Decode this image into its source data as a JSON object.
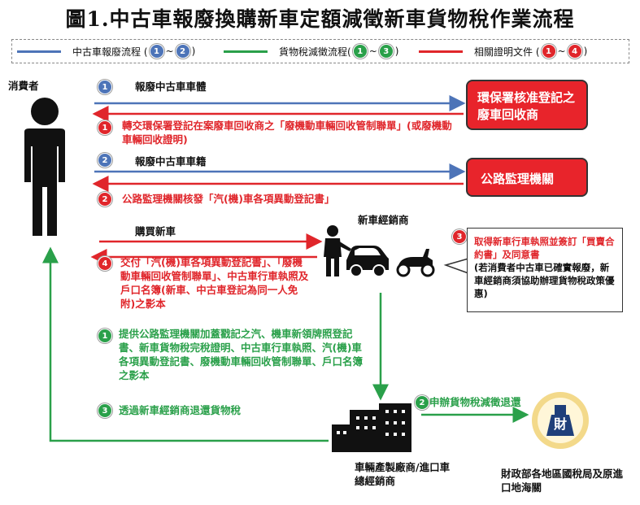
{
  "title": "圖1.中古車報廢換購新車定額減徵新車貨物稅作業流程",
  "legend": {
    "items": [
      {
        "label_before": "中古車報廢流程 (",
        "num_a": "1",
        "sep": "~",
        "num_b": "2",
        "label_after": ")",
        "color": "#4d74b8"
      },
      {
        "label_before": "貨物稅減徵流程(",
        "num_a": "1",
        "sep": "~",
        "num_b": "3",
        "label_after": ")",
        "color": "#2aa04a"
      },
      {
        "label_before": "相關證明文件 (",
        "num_a": "1",
        "sep": "~",
        "num_b": "4",
        "label_after": ")",
        "color": "#e0262b"
      }
    ]
  },
  "actors": {
    "consumer": "消費者",
    "epa_box": "環保署核准登記之廢車回收商",
    "dmv_box": "公路監理機關",
    "dealer": "新車經銷商",
    "manufacturer": "車輛產製廠商/進口車總經銷商",
    "tax_office": "財政部各地區國稅局及原進口地海關"
  },
  "steps": {
    "b1": {
      "num": "1",
      "text": "報廢中古車車體"
    },
    "r1": {
      "num": "1",
      "text": "轉交環保署登記在案廢車回收商之「廢機動車輛回收管制聯單」(或廢機動車輛回收證明)"
    },
    "b2": {
      "num": "2",
      "text": "報廢中古車車籍"
    },
    "r2": {
      "num": "2",
      "text": "公路監理機關核發「汽(機)車各項異動登記書」"
    },
    "buy": {
      "text": "購買新車"
    },
    "r4": {
      "num": "4",
      "text": "交付「汽(機)車各項異動登記書」、「廢機動車輛回收管制聯單」、中古車行車執照及戶口名簿(新車、中古車登記為同一人免附)之影本"
    },
    "r3": {
      "num": "3",
      "text": "取得新車行車執照並簽訂「買賣合約書」及同意書",
      "note": "(若消費者中古車已確實報廢，新車經銷商須協助辦理貨物稅政策優惠)"
    },
    "g1": {
      "num": "1",
      "text": "提供公路監理機關加蓋戳記之汽、機車新領牌照登記書、新車貨物稅完稅證明、中古車行車執照、汽(機)車各項異動登記書、廢機動車輛回收管制聯單、戶口名簿之影本"
    },
    "g2": {
      "num": "2",
      "text": "申辦貨物稅減徵退還"
    },
    "g3": {
      "num": "3",
      "text": "透過新車經銷商退還貨物稅"
    }
  },
  "seal_text": "財",
  "colors": {
    "blue": "#4d74b8",
    "green": "#2aa04a",
    "red": "#e0262b",
    "box_red": "#e8242b"
  }
}
